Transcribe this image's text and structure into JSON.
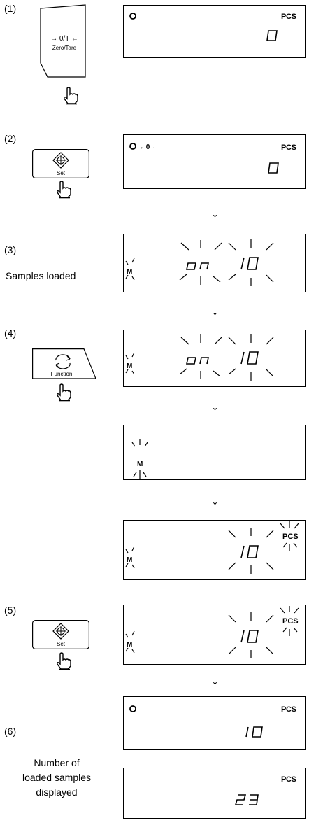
{
  "steps": [
    {
      "number": "(1)",
      "description": ""
    },
    {
      "number": "(2)",
      "description": ""
    },
    {
      "number": "(3)",
      "description": "Samples loaded"
    },
    {
      "number": "(4)",
      "description": ""
    },
    {
      "number": "(5)",
      "description": ""
    },
    {
      "number": "(6)",
      "description": "Number of loaded samples displayed"
    }
  ],
  "step6_lines": [
    "Number of",
    "loaded samples",
    "displayed"
  ],
  "keys": {
    "zero_tare": {
      "symbol": "→ 0/T ←",
      "label": "Zero/Tare"
    },
    "set": {
      "label": "Set"
    },
    "function": {
      "label": "Function"
    }
  },
  "displays": [
    {
      "unit": "PCS",
      "value": "0",
      "stable_mark": true
    },
    {
      "unit": "PCS",
      "value": "0",
      "zero_mark": "→ 0 ←"
    },
    {
      "mode": "M",
      "text": "on 10"
    },
    {
      "mode": "M",
      "text": "on 10"
    },
    {
      "mode": "M"
    },
    {
      "mode": "M",
      "unit": "PCS",
      "value": "10"
    },
    {
      "mode": "M",
      "unit": "PCS",
      "value": "10"
    },
    {
      "unit": "PCS",
      "value": "10",
      "stable_mark": true
    },
    {
      "unit": "PCS",
      "value": "23"
    }
  ],
  "arrow_glyph": "↓"
}
